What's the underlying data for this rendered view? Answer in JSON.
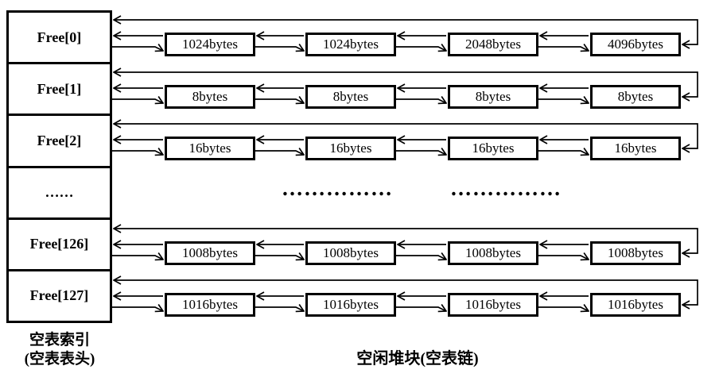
{
  "left_column": {
    "cells": [
      "Free[0]",
      "Free[1]",
      "Free[2]",
      "……",
      "Free[126]",
      "Free[127]"
    ],
    "caption_line1": "空表索引",
    "caption_line2": "(空表表头)"
  },
  "chains": [
    {
      "blocks": [
        "1024bytes",
        "1024bytes",
        "2048bytes",
        "4096bytes"
      ]
    },
    {
      "blocks": [
        "8bytes",
        "8bytes",
        "8bytes",
        "8bytes"
      ]
    },
    {
      "blocks": [
        "16bytes",
        "16bytes",
        "16bytes",
        "16bytes"
      ]
    },
    {
      "blocks": [
        "1008bytes",
        "1008bytes",
        "1008bytes",
        "1008bytes"
      ]
    },
    {
      "blocks": [
        "1016bytes",
        "1016bytes",
        "1016bytes",
        "1016bytes"
      ]
    }
  ],
  "ellipsis": {
    "index_cell": "……",
    "runs": [
      "……………",
      "……………"
    ]
  },
  "main_caption": "空闲堆块(空表链)",
  "colors": {
    "line": "#000000",
    "background": "#ffffff",
    "block_fill": "#ffffff",
    "text": "#000000"
  }
}
